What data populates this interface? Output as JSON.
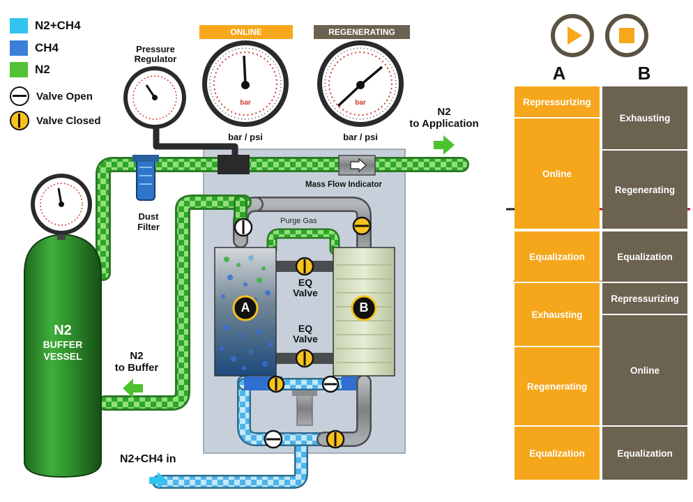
{
  "legend": {
    "items": [
      {
        "label": "N2+CH4",
        "color": "#33c3f0"
      },
      {
        "label": "CH4",
        "color": "#3a7fd8"
      },
      {
        "label": "N2",
        "color": "#52c234"
      },
      {
        "label": "Valve Open",
        "icon": "valve-open-icon"
      },
      {
        "label": "Valve Closed",
        "icon": "valve-closed-icon"
      }
    ]
  },
  "status": {
    "online": {
      "label": "ONLINE",
      "color": "#f6a71b"
    },
    "regenerating": {
      "label": "REGENERATING",
      "color": "#6b6250"
    }
  },
  "gauges": {
    "regulator_label": [
      "Pressure",
      "Regulator"
    ],
    "unit_a": "bar / psi",
    "unit_b": "bar / psi",
    "face_unit": "bar"
  },
  "diagram": {
    "to_application": [
      "N2",
      "to  Application"
    ],
    "mass_flow": "Mass Flow Indicator",
    "dust_filter": [
      "Dust",
      "Filter"
    ],
    "purge_gas": "Purge Gas",
    "eq_valve_top": [
      "EQ",
      "Valve"
    ],
    "eq_valve_bottom": [
      "EQ",
      "Valve"
    ],
    "vessel": [
      "N2",
      "BUFFER",
      "VESSEL"
    ],
    "to_buffer": [
      "N2",
      "to Buffer"
    ],
    "inlet": "N2+CH4 in",
    "tower_a": "A",
    "tower_b": "B"
  },
  "controls": {
    "play_icon": "play-icon",
    "stop_icon": "stop-icon"
  },
  "schedule": {
    "col_a": "A",
    "col_b": "B",
    "a": [
      "Repressurizing",
      "Online",
      "Equalization",
      "Exhausting",
      "Regenerating",
      "Equalization"
    ],
    "b": [
      "Exhausting",
      "Regenerating",
      "Equalization",
      "Repressurizing",
      "Online",
      "Equalization"
    ],
    "marker_color": "#c0001a"
  },
  "colors": {
    "n2_green": "#52c234",
    "pipe_grey": "#8c8f91",
    "panel": "#c5ced8",
    "accent": "#f6a71b"
  }
}
